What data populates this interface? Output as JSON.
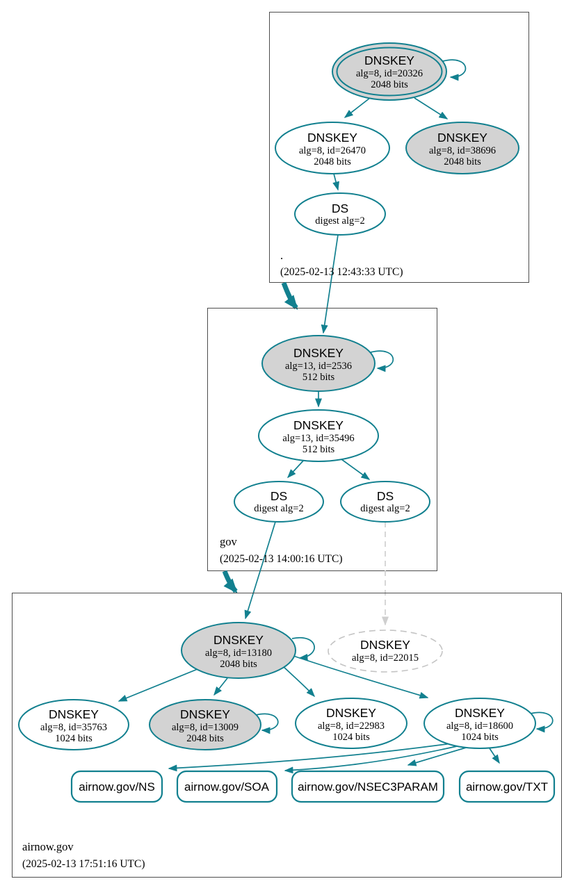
{
  "colors": {
    "edge_teal": "#12808f",
    "node_fill_gray": "#d3d3d3",
    "missing_gray": "#c4c4c4",
    "dashed_edge_gray": "#d0d0d0",
    "box_border": "#4d4d4d",
    "text": "#000000"
  },
  "zones": [
    {
      "label": ".",
      "timestamp": "(2025-02-13 12:43:33 UTC)",
      "nodes": {
        "ksk": {
          "title": "DNSKEY",
          "detail": "alg=8, id=20326",
          "bits": "2048 bits"
        },
        "zsk": {
          "title": "DNSKEY",
          "detail": "alg=8, id=26470",
          "bits": "2048 bits"
        },
        "standby": {
          "title": "DNSKEY",
          "detail": "alg=8, id=38696",
          "bits": "2048 bits"
        },
        "ds": {
          "title": "DS",
          "detail": "digest alg=2"
        }
      }
    },
    {
      "label": "gov",
      "timestamp": "(2025-02-13 14:00:16 UTC)",
      "nodes": {
        "ksk": {
          "title": "DNSKEY",
          "detail": "alg=13, id=2536",
          "bits": "512 bits"
        },
        "zsk": {
          "title": "DNSKEY",
          "detail": "alg=13, id=35496",
          "bits": "512 bits"
        },
        "ds1": {
          "title": "DS",
          "detail": "digest alg=2"
        },
        "ds2": {
          "title": "DS",
          "detail": "digest alg=2"
        }
      }
    },
    {
      "label": "airnow.gov",
      "timestamp": "(2025-02-13 17:51:16 UTC)",
      "nodes": {
        "ksk": {
          "title": "DNSKEY",
          "detail": "alg=8, id=13180",
          "bits": "2048 bits"
        },
        "missing": {
          "title": "DNSKEY",
          "detail": "alg=8, id=22015"
        },
        "key1": {
          "title": "DNSKEY",
          "detail": "alg=8, id=35763",
          "bits": "1024 bits"
        },
        "key2": {
          "title": "DNSKEY",
          "detail": "alg=8, id=13009",
          "bits": "2048 bits"
        },
        "key3": {
          "title": "DNSKEY",
          "detail": "alg=8, id=22983",
          "bits": "1024 bits"
        },
        "key4": {
          "title": "DNSKEY",
          "detail": "alg=8, id=18600",
          "bits": "1024 bits"
        },
        "rrsets": [
          {
            "label": "airnow.gov/NS"
          },
          {
            "label": "airnow.gov/SOA"
          },
          {
            "label": "airnow.gov/NSEC3PARAM"
          },
          {
            "label": "airnow.gov/TXT"
          }
        ]
      }
    }
  ]
}
